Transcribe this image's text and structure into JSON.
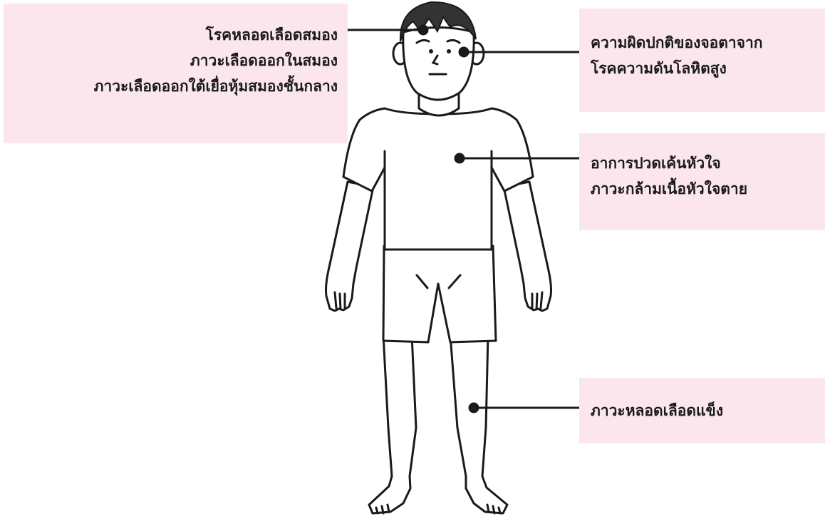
{
  "callouts": {
    "brain": {
      "lines": [
        "โรคหลอดเลือดสมอง",
        "ภาวะเลือดออกในสมอง",
        "ภาวะเลือดออกใต้เยื่อหุ้มสมองชั้นกลาง"
      ]
    },
    "eye": {
      "lines": [
        "ความผิดปกติของจอตาจาก",
        "โรคความดันโลหิตสูง"
      ]
    },
    "heart": {
      "lines": [
        "อาการปวดเค้นหัวใจ",
        "ภาวะกล้ามเนื้อหัวใจตาย"
      ]
    },
    "leg": {
      "lines": [
        "ภาวะหลอดเลือดแข็ง"
      ]
    }
  },
  "colors": {
    "callout_background": "#fbe6ee",
    "outline": "#1a1a1a",
    "hair": "#333333"
  }
}
